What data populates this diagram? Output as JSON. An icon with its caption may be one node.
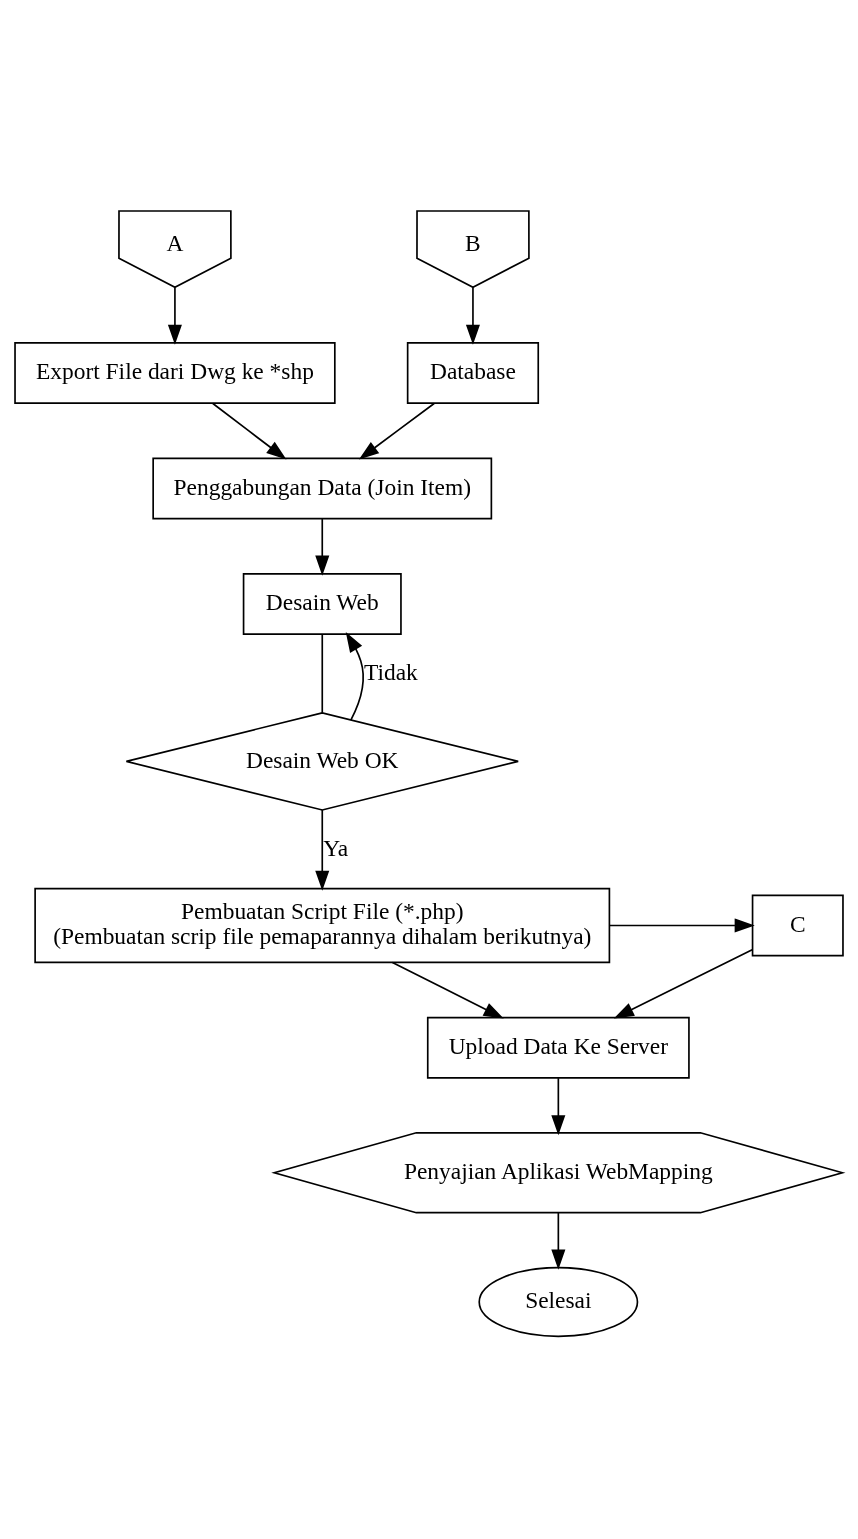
{
  "diagram": {
    "nodes": [
      {
        "text": [
          "A"
        ]
      },
      {
        "text": [
          "B"
        ]
      },
      {
        "text": [
          "Export File dari Dwg ke *shp"
        ]
      },
      {
        "text": [
          "Database"
        ]
      },
      {
        "text": [
          "Penggabungan Data (Join Item)"
        ]
      },
      {
        "text": [
          "Desain Web"
        ]
      },
      {
        "text": [
          "Desain Web OK"
        ]
      },
      {
        "text": [
          "Pembuatan Script File (*.php)",
          "(Pembuatan scrip file pemaparannya dihalam berikutnya)"
        ]
      },
      {
        "text": [
          "C"
        ]
      },
      {
        "text": [
          "Upload Data Ke Server"
        ]
      },
      {
        "text": [
          "Penyajian Aplikasi WebMapping"
        ]
      },
      {
        "text": [
          "Selesai"
        ]
      }
    ],
    "edges": [
      {
        "from": 0,
        "to": 2,
        "arrow": "to"
      },
      {
        "from": 1,
        "to": 3,
        "arrow": "to"
      },
      {
        "from": 2,
        "to": 4,
        "arrow": "to"
      },
      {
        "from": 3,
        "to": 4,
        "arrow": "to"
      },
      {
        "from": 4,
        "to": 5,
        "arrow": "to"
      },
      {
        "from": 5,
        "to": 6,
        "arrow": "none"
      },
      {
        "from": 6,
        "to": 5,
        "arrow": "to",
        "label": "Tidak"
      },
      {
        "from": 6,
        "to": 7,
        "arrow": "to",
        "label": "Ya"
      },
      {
        "from": 7,
        "to": 8,
        "arrow": "to"
      },
      {
        "from": 7,
        "to": 9,
        "arrow": "to"
      },
      {
        "from": 8,
        "to": 9,
        "arrow": "to"
      },
      {
        "from": 9,
        "to": 10,
        "arrow": "to"
      },
      {
        "from": 10,
        "to": 11,
        "arrow": "to"
      }
    ]
  }
}
